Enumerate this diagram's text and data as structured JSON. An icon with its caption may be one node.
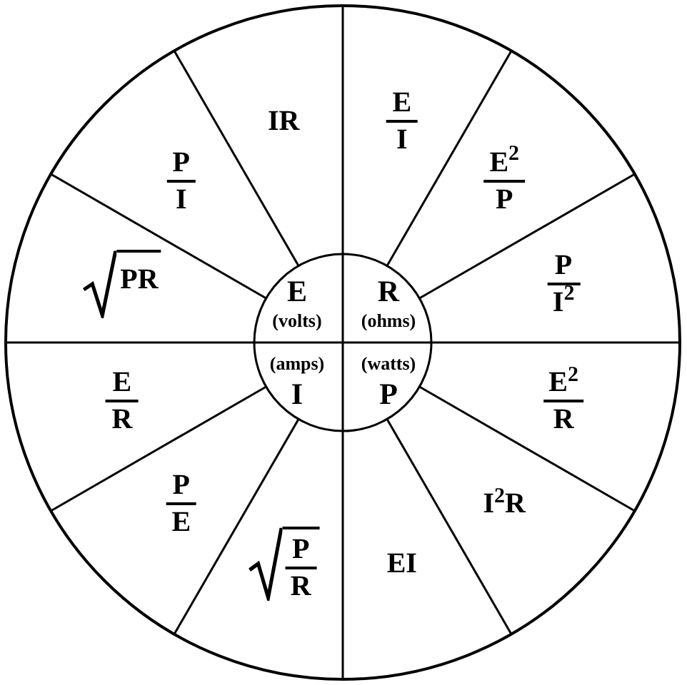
{
  "diagram": {
    "nodes": [
      {
        "text": [
          "E",
          "(volts)"
        ]
      },
      {
        "text": [
          "R",
          "(ohms)"
        ]
      },
      {
        "text": [
          "(amps)",
          "I"
        ]
      },
      {
        "text": [
          "(watts)",
          "P"
        ]
      },
      {
        "text": [
          "E",
          "I"
        ]
      },
      {
        "text": [
          "E$^{2}$",
          "P"
        ]
      },
      {
        "text": [
          "P",
          "I$^{2}$"
        ]
      },
      {
        "text": [
          "E$^{2}$",
          "R"
        ]
      },
      {
        "text": [
          "I$^{2}$R"
        ]
      },
      {
        "text": [
          "EI"
        ]
      },
      {
        "text": [
          "P",
          "R"
        ]
      },
      {
        "text": [
          "P",
          "E"
        ]
      },
      {
        "text": [
          "E",
          "R"
        ]
      },
      {
        "text": [
          "PR"
        ]
      },
      {
        "text": [
          "P",
          "I"
        ]
      },
      {
        "text": [
          "IR"
        ]
      }
    ]
  }
}
